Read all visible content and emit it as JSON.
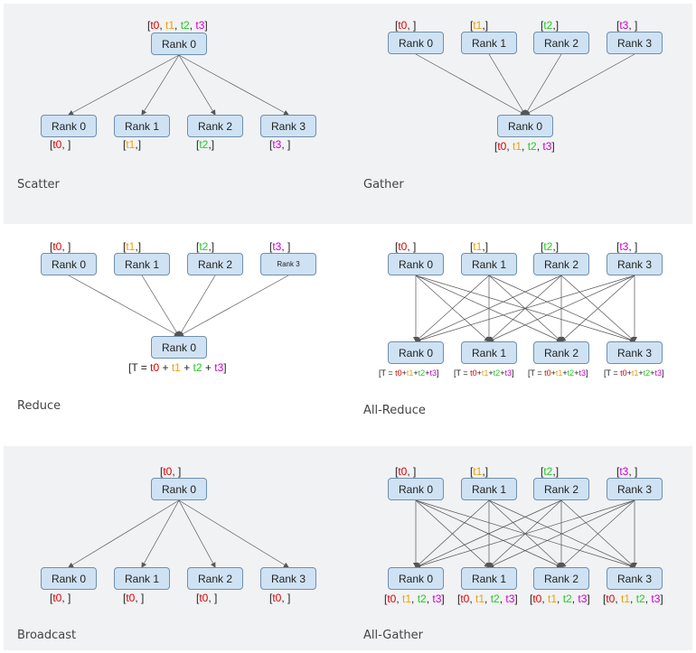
{
  "colors": {
    "t0": "#e00000",
    "t1": "#f0a000",
    "t2": "#22cc22",
    "t3": "#cc00cc",
    "text": "#222222",
    "band": "#f1f2f4",
    "node_fill": "#cfe2f3",
    "node_border": "#6f8fae"
  },
  "panels": [
    {
      "id": "scatter",
      "caption": "Scatter",
      "top": [
        {
          "label": "Rank 0",
          "tensor": "t0, t1, t2, t3"
        }
      ],
      "bottom": [
        {
          "label": "Rank 0",
          "tensor": "t0, "
        },
        {
          "label": "Rank 1",
          "tensor": "t1,"
        },
        {
          "label": "Rank 2",
          "tensor": "t2,"
        },
        {
          "label": "Rank 3",
          "tensor": "t3, "
        }
      ]
    },
    {
      "id": "gather",
      "caption": "Gather",
      "top": [
        {
          "label": "Rank 0",
          "tensor": "t0, "
        },
        {
          "label": "Rank 1",
          "tensor": "t1,"
        },
        {
          "label": "Rank 2",
          "tensor": "t2,"
        },
        {
          "label": "Rank 3",
          "tensor": "t3, "
        }
      ],
      "bottom": [
        {
          "label": "Rank 0",
          "tensor": "t0, t1, t2, t3"
        }
      ]
    },
    {
      "id": "reduce",
      "caption": "Reduce",
      "top": [
        {
          "label": "Rank 0",
          "tensor": "t0, "
        },
        {
          "label": "Rank 1",
          "tensor": "t1,"
        },
        {
          "label": "Rank 2",
          "tensor": "t2,"
        },
        {
          "label": "Rank 3",
          "tensor": "t3, "
        }
      ],
      "bottom": [
        {
          "label": "Rank 0",
          "tensor": "T = t0 + t1 + t2 + t3"
        }
      ]
    },
    {
      "id": "all-reduce",
      "caption": "All-Reduce",
      "top": [
        {
          "label": "Rank 0",
          "tensor": "t0, "
        },
        {
          "label": "Rank 1",
          "tensor": "t1,"
        },
        {
          "label": "Rank 2",
          "tensor": "t2,"
        },
        {
          "label": "Rank 3",
          "tensor": "t3, "
        }
      ],
      "bottom": [
        {
          "label": "Rank 0",
          "tensor": "T = t0+t1+t2+t3"
        },
        {
          "label": "Rank 1",
          "tensor": "T = t0+t1+t2+t3"
        },
        {
          "label": "Rank 2",
          "tensor": "T = t0+t1+t2+t3"
        },
        {
          "label": "Rank 3",
          "tensor": "T = t0+t1+t2+t3"
        }
      ]
    },
    {
      "id": "broadcast",
      "caption": "Broadcast",
      "top": [
        {
          "label": "Rank 0",
          "tensor": "t0, "
        }
      ],
      "bottom": [
        {
          "label": "Rank 0",
          "tensor": "t0, "
        },
        {
          "label": "Rank 1",
          "tensor": "t0, "
        },
        {
          "label": "Rank 2",
          "tensor": "t0, "
        },
        {
          "label": "Rank 3",
          "tensor": "t0, "
        }
      ]
    },
    {
      "id": "all-gather",
      "caption": "All-Gather",
      "top": [
        {
          "label": "Rank 0",
          "tensor": "t0, "
        },
        {
          "label": "Rank 1",
          "tensor": "t1,"
        },
        {
          "label": "Rank 2",
          "tensor": "t2,"
        },
        {
          "label": "Rank 3",
          "tensor": "t3, "
        }
      ],
      "bottom": [
        {
          "label": "Rank 0",
          "tensor": "t0, t1, t2, t3"
        },
        {
          "label": "Rank 1",
          "tensor": "t0, t1, t2, t3"
        },
        {
          "label": "Rank 2",
          "tensor": "t0, t1, t2, t3"
        },
        {
          "label": "Rank 3",
          "tensor": "t0, t1, t2, t3"
        }
      ]
    }
  ]
}
